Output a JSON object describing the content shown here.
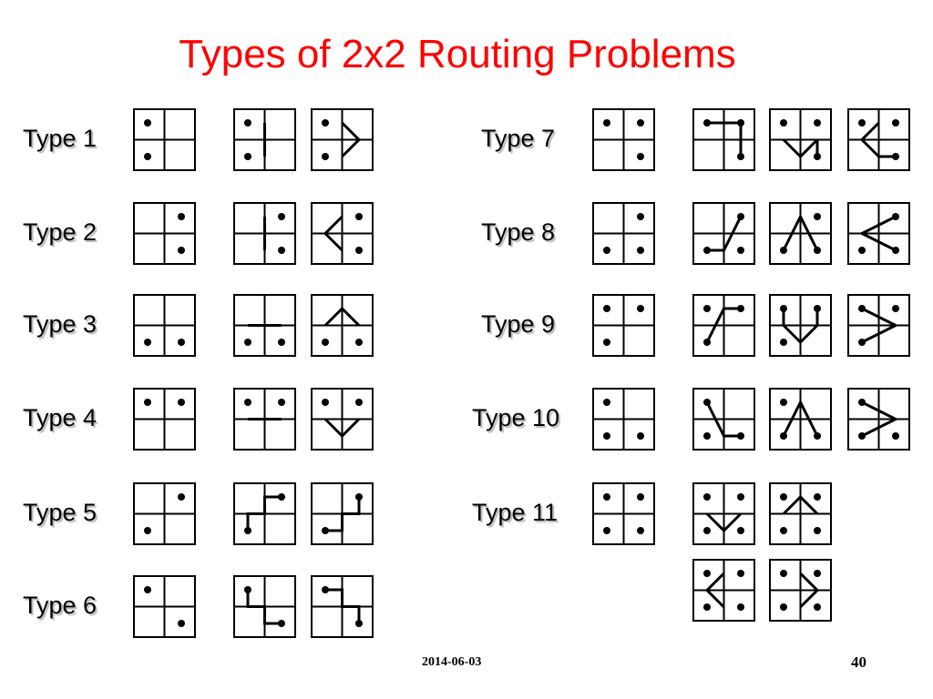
{
  "title": "Types of 2x2 Routing Problems",
  "footer_date": "2014-06-03",
  "page_number": "40",
  "colors": {
    "title": "#ff0000",
    "lines": "#000000"
  },
  "pin_cells": [
    "TL",
    "TR",
    "BL",
    "BR"
  ],
  "types": [
    {
      "label": "Type 1",
      "problem": [
        "TL",
        "BL"
      ],
      "solutions": [
        [
          [
            "L",
            "Mt",
            "Mb"
          ]
        ],
        [
          [
            "L",
            "Ct",
            "Cr",
            "Cb",
            "L"
          ]
        ]
      ]
    },
    {
      "label": "Type 2",
      "problem": [
        "TR",
        "BR"
      ],
      "solutions": [
        [
          [
            "R",
            "Mt",
            "Mb"
          ]
        ],
        [
          [
            "R",
            "Ct",
            "Cl",
            "Cb",
            "R"
          ]
        ]
      ]
    },
    {
      "label": "Type 3",
      "problem": [
        "BL",
        "BR"
      ],
      "solutions": [
        [
          [
            "B",
            "Cl",
            "Cr"
          ]
        ],
        [
          [
            "B",
            "Cl",
            "Ct",
            "Cr"
          ]
        ]
      ]
    },
    {
      "label": "Type 4",
      "problem": [
        "TL",
        "TR"
      ],
      "solutions": [
        [
          [
            "T",
            "Cl",
            "Cr"
          ]
        ],
        [
          [
            "T",
            "Cl",
            "Cb",
            "Cr"
          ]
        ]
      ]
    },
    {
      "label": "Type 5",
      "problem": [
        "TR",
        "BL"
      ],
      "solutions": [
        [
          [
            "TR",
            "C",
            "BL"
          ]
        ],
        [
          [
            "TR",
            "C",
            "BL"
          ]
        ]
      ]
    },
    {
      "label": "Type 6",
      "problem": [
        "TL",
        "BR"
      ],
      "solutions": [
        [
          [
            "TL",
            "C",
            "BR"
          ]
        ],
        [
          [
            "TL",
            "C",
            "BR"
          ]
        ]
      ]
    },
    {
      "label": "Type 7",
      "problem": [
        "TL",
        "TR",
        "BR"
      ],
      "solutions": [
        [
          [
            "T",
            "Cl",
            "Cr",
            "BR"
          ]
        ],
        [
          [
            "T",
            "Cl",
            "Cb",
            "Cr",
            "BR"
          ]
        ],
        [
          [
            "T",
            "Cl",
            "Ct",
            "Cl",
            "Cb",
            "BR"
          ]
        ]
      ]
    },
    {
      "label": "Type 8",
      "problem": [
        "TR",
        "BL",
        "BR"
      ],
      "solutions": [
        [
          [
            "TR",
            "Cr",
            "Cb",
            "Cl"
          ]
        ],
        [
          [
            "TR",
            "Cr",
            "Ct",
            "Cl",
            "BL"
          ]
        ],
        [
          [
            "TR",
            "Ct",
            "Cl",
            "Cb",
            "BR"
          ]
        ]
      ]
    },
    {
      "label": "Type 9",
      "problem": [
        "TL",
        "TR",
        "BL"
      ],
      "solutions": [
        [
          [
            "BL",
            "Cl",
            "Ct",
            "Cr"
          ]
        ],
        [
          [
            "T",
            "Cl",
            "Cb",
            "Cr"
          ]
        ],
        [
          [
            "TL",
            "Ct",
            "Cr",
            "Cb",
            "BL"
          ]
        ]
      ]
    },
    {
      "label": "Type 10",
      "problem": [
        "TL",
        "BL",
        "BR"
      ],
      "solutions": [
        [
          [
            "TL",
            "Cl",
            "Cb",
            "Cr"
          ]
        ],
        [
          [
            "BL",
            "Cl",
            "Ct",
            "Cr",
            "BR"
          ]
        ],
        [
          [
            "TL",
            "Ct",
            "Cr",
            "Cb",
            "BL"
          ]
        ]
      ]
    },
    {
      "label": "Type 11",
      "problem": [
        "TL",
        "TR",
        "BL",
        "BR"
      ],
      "solutions": [
        [
          [
            "TL",
            "Cl",
            "Cb",
            "Cr",
            "TR"
          ],
          [
            "BL",
            "Cl"
          ],
          [
            "BR",
            "Cr"
          ]
        ],
        [
          [
            "BL",
            "Cl",
            "Ct",
            "Cr",
            "BR"
          ],
          [
            "TL",
            "Cl"
          ],
          [
            "TR",
            "Cr"
          ]
        ],
        [
          [
            "TL",
            "Cl",
            "Ct",
            "Cl",
            "Cb",
            "BR"
          ],
          [
            "TR",
            "Ct"
          ],
          [
            "BL",
            "Cb"
          ]
        ],
        [
          [
            "TL",
            "Ct",
            "Cr",
            "Cb",
            "BL"
          ],
          [
            "TR",
            "Cr"
          ],
          [
            "BR",
            "Cb"
          ]
        ]
      ]
    }
  ]
}
